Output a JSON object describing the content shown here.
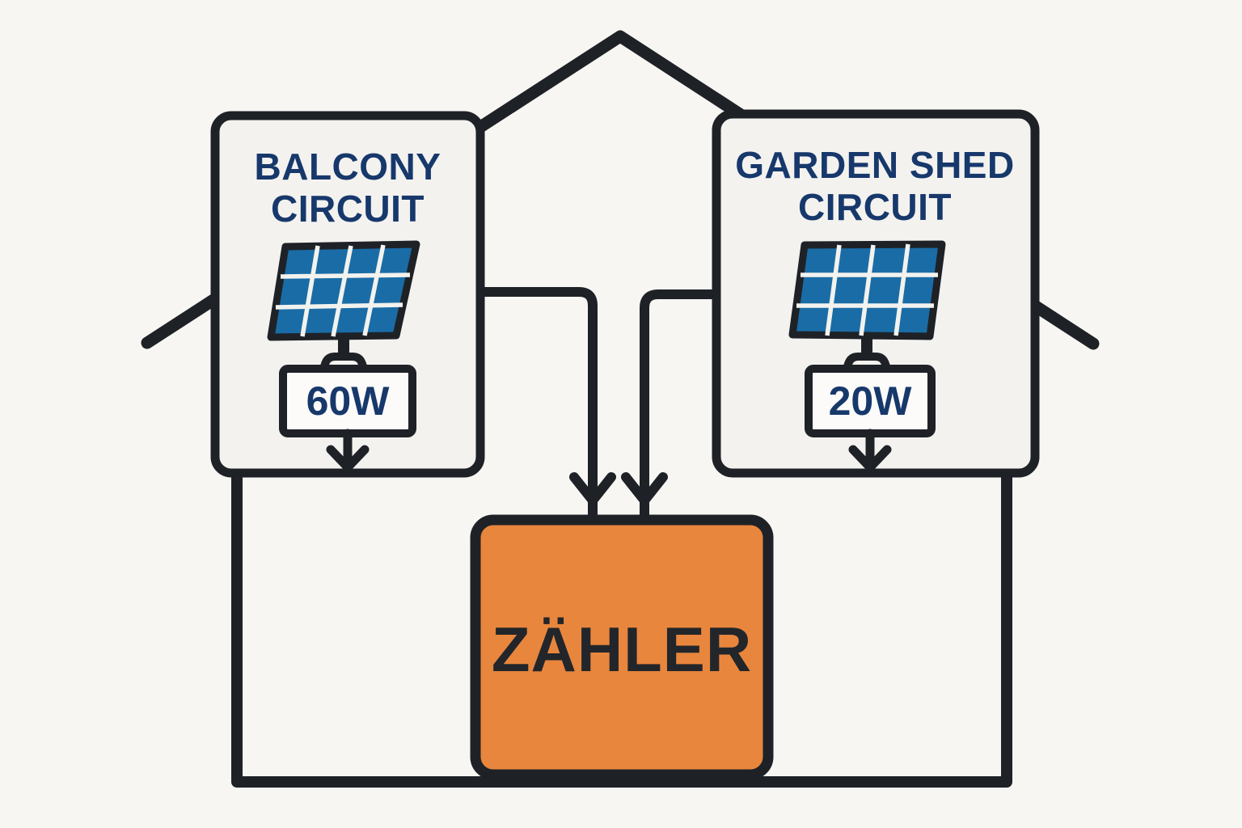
{
  "diagram": {
    "kind": "house-solar-circuits-to-meter",
    "house": {
      "parts": [
        "roof",
        "left-wall",
        "bottom",
        "right-wall",
        "left-eave",
        "right-eave"
      ]
    },
    "circuits": [
      {
        "id": "balcony",
        "label_line1": "BALCONY",
        "label_line2": "CIRCUIT",
        "power": "60W",
        "icon": "solar-panel-icon"
      },
      {
        "id": "garden-shed",
        "label_line1": "GARDEN SHED",
        "label_line2": "CIRCUIT",
        "power": "20W",
        "icon": "solar-panel-icon"
      }
    ],
    "meter": {
      "label": "ZÄHLER"
    },
    "connections": [
      {
        "from": "balcony-circuit",
        "to": "meter",
        "style": "arrow-down"
      },
      {
        "from": "garden-shed-circuit",
        "to": "meter",
        "style": "arrow-down"
      },
      {
        "from": "balcony-power-box",
        "to": "house",
        "style": "arrow-down"
      },
      {
        "from": "garden-shed-power-box",
        "to": "house",
        "style": "arrow-down"
      }
    ]
  },
  "colors": {
    "background": "#F8F6F3",
    "outline": "#1E2227",
    "circuit_box_fill": "#F3F2EF",
    "value_box_fill": "#FCFBF9",
    "label_navy": "#17386B",
    "panel_blue": "#1A6CA6",
    "panel_grid_white": "#F2F2EE",
    "meter_orange": "#E9863D",
    "meter_text": "#22262A"
  }
}
